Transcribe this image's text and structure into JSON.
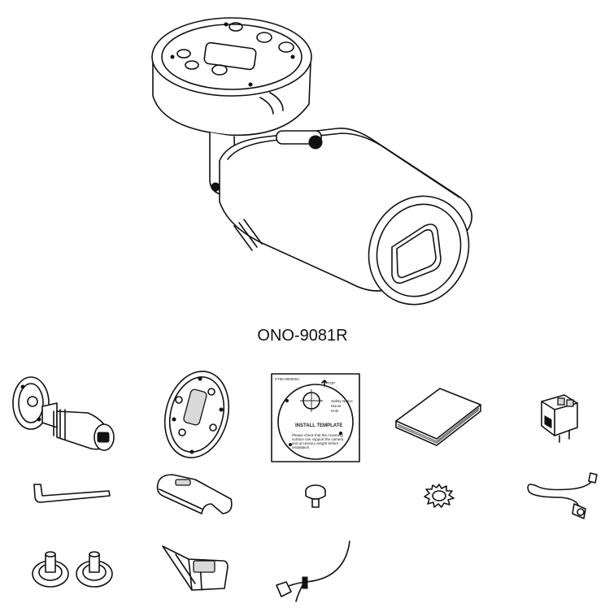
{
  "model_label": "ONO-9081R",
  "template": {
    "part_no": "PT00-000000A",
    "arrow_label": "TOP",
    "title": "INSTALL TEMPLATE",
    "small_lines": [
      "Safety Notice",
      "Mount",
      "Hole"
    ],
    "footer_lines": [
      "Please check that the mounting",
      "surface can support the camera",
      "and accessory weight before",
      "installation."
    ]
  },
  "items": [
    {
      "icon": "camera-main-icon"
    },
    {
      "icon": "camera-unit-icon"
    },
    {
      "icon": "mounting-plate-icon"
    },
    {
      "icon": "install-template-icon"
    },
    {
      "icon": "user-manual-icon"
    },
    {
      "icon": "terminal-block-icon"
    },
    {
      "icon": "l-wrench-icon"
    },
    {
      "icon": "sunshield-icon"
    },
    {
      "icon": "screw-icon"
    },
    {
      "icon": "lock-washer-icon"
    },
    {
      "icon": "bnc-cable-icon"
    },
    {
      "icon": "cable-grommet-icon"
    },
    {
      "icon": "waterproof-cap-icon"
    },
    {
      "icon": "ground-wire-icon"
    }
  ]
}
